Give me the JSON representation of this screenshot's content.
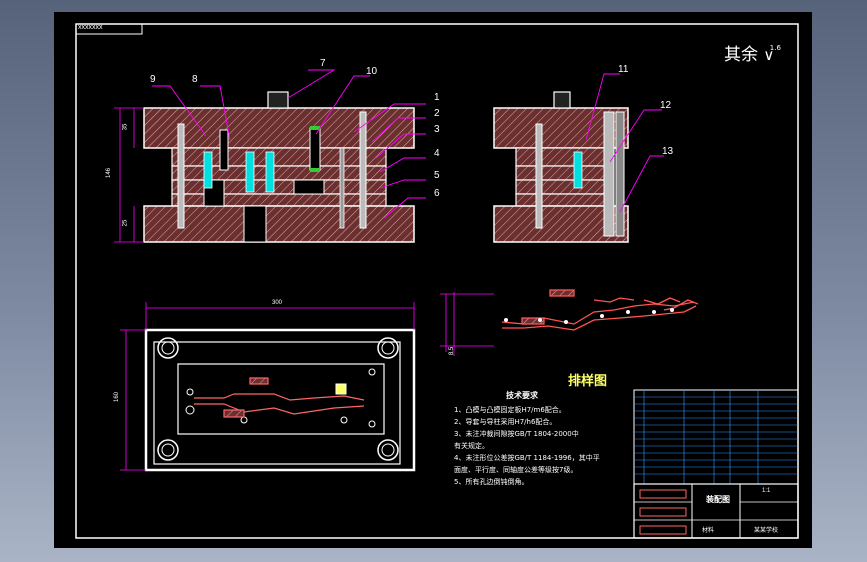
{
  "roughness_note": "其余",
  "roughness_symbol_value": "1.6",
  "drawing_code": "xxxxxxx",
  "part_labels": [
    "1",
    "2",
    "3",
    "4",
    "5",
    "6",
    "7",
    "8",
    "9",
    "10",
    "11",
    "12",
    "13"
  ],
  "dimensions": {
    "front_height": "146",
    "front_upper": "35",
    "front_lower": "25",
    "plan_width": "300",
    "plan_depth": "160",
    "strip_pitch": "8.5"
  },
  "layout_title": "排样图",
  "tech_requirements": {
    "heading": "技术要求",
    "items": [
      "1、凸模与凸模固定板H7/m6配合。",
      "2、导套与导柱采用H7/h6配合。",
      "3、未注冲裁间隙按GB/T 1804-2000中",
      "   有关规定。",
      "4、未注形位公差按GB/T 1184-1996，其中平",
      "   面度、平行度、同轴度公差等级按7级。",
      "5、所有孔边倒钝倒角。"
    ]
  },
  "title_block": {
    "name": "装配图",
    "scale": "1:1",
    "school": "某某学校",
    "material": "材料"
  },
  "colors": {
    "sheet": "#000000",
    "outline": "#ffffff",
    "section": "#7a3a3a",
    "hatch": "#e8a6a6",
    "dimension": "#ff00ff",
    "punch": "#00e0e0",
    "guide": "#c0c0c0",
    "accent": "#33cc33",
    "table_line": "#3399ff"
  }
}
